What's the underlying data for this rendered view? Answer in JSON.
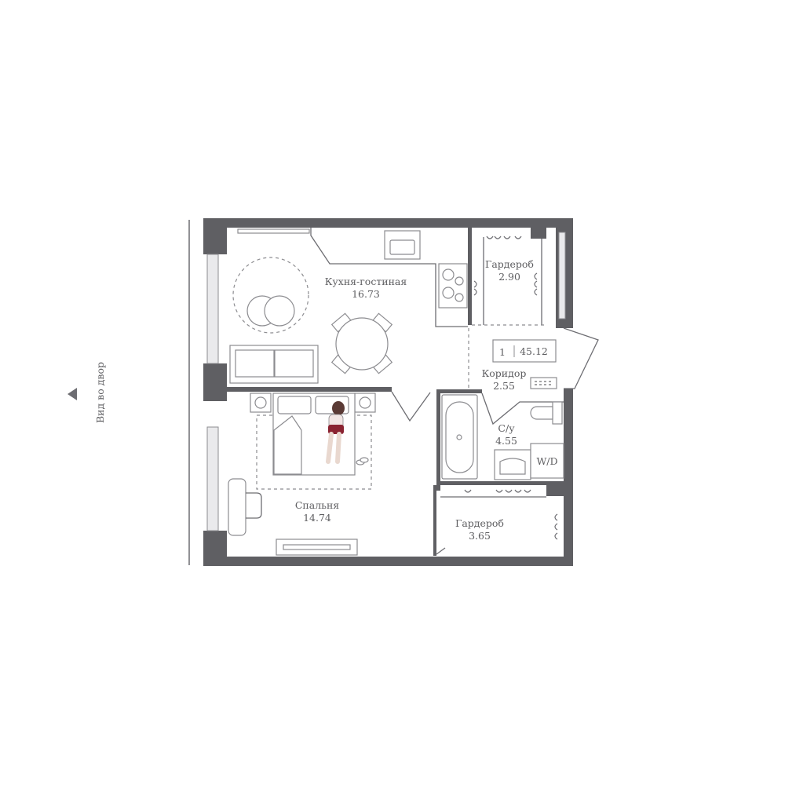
{
  "view_label": "Вид во двор",
  "apartment": {
    "rooms_count": "1",
    "total_area": "45.12"
  },
  "rooms": {
    "kitchen_living": {
      "name": "Кухня-гостиная",
      "area": "16.73"
    },
    "wardrobe_top": {
      "name": "Гардероб",
      "area": "2.90"
    },
    "corridor": {
      "name": "Коридор",
      "area": "2.55"
    },
    "bathroom": {
      "name": "С/у",
      "area": "4.55"
    },
    "bedroom": {
      "name": "Спальня",
      "area": "14.74"
    },
    "wardrobe_bottom": {
      "name": "Гардероб",
      "area": "3.65"
    }
  },
  "washer_label": "W/D",
  "colors": {
    "wall": "#5f5f63",
    "line": "#8c8c90",
    "text": "#5d5d60",
    "accent_shirt": "#8a2331"
  }
}
